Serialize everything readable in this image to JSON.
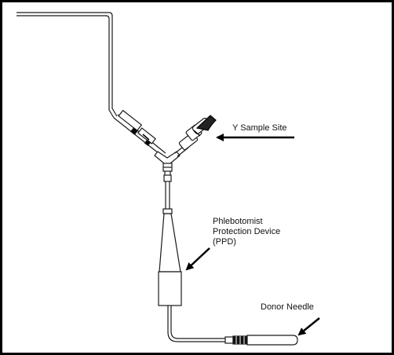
{
  "labels": {
    "y_sample_site": "Y Sample Site",
    "ppd_line1": "Phlebotomist",
    "ppd_line2": "Protection Device",
    "ppd_line3": "(PPD)",
    "donor_needle": "Donor Needle"
  },
  "colors": {
    "stroke": "#1a1a1a",
    "fill": "#ffffff",
    "dark": "#000000"
  },
  "icons": [
    "arrow-icon"
  ]
}
